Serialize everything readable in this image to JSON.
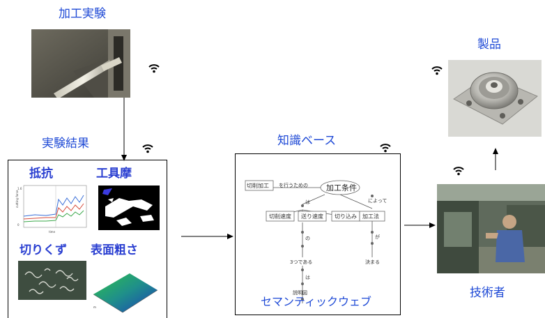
{
  "nodes": {
    "experiment": {
      "title": "加工実験"
    },
    "results": {
      "title": "実験結果",
      "items": [
        {
          "label": "抵抗"
        },
        {
          "label": "工具摩"
        },
        {
          "label": "切りくず"
        },
        {
          "label": "表面粗さ"
        }
      ]
    },
    "knowledge_base": {
      "title": "知識ベース",
      "caption": "セマンティックウェブ",
      "graph": {
        "cutting": "切削加工",
        "edge_purpose": "を行うための",
        "conditions": "加工条件",
        "edge_ha": "は",
        "edge_niyotte": "によって",
        "feed_speed": "送り速度",
        "cutting_speed": "切削速度",
        "depth": "切り込み",
        "machining_method": "加工法",
        "edge_no": "の",
        "edge_ga": "が",
        "three": "3つである",
        "decided": "決まる",
        "edge_ha2": "は",
        "description": "説明図"
      }
    },
    "engineer": {
      "title": "技術者"
    },
    "product": {
      "title": "製品"
    }
  },
  "colors": {
    "title": "#1f4ad6",
    "wifi": "#000000"
  }
}
